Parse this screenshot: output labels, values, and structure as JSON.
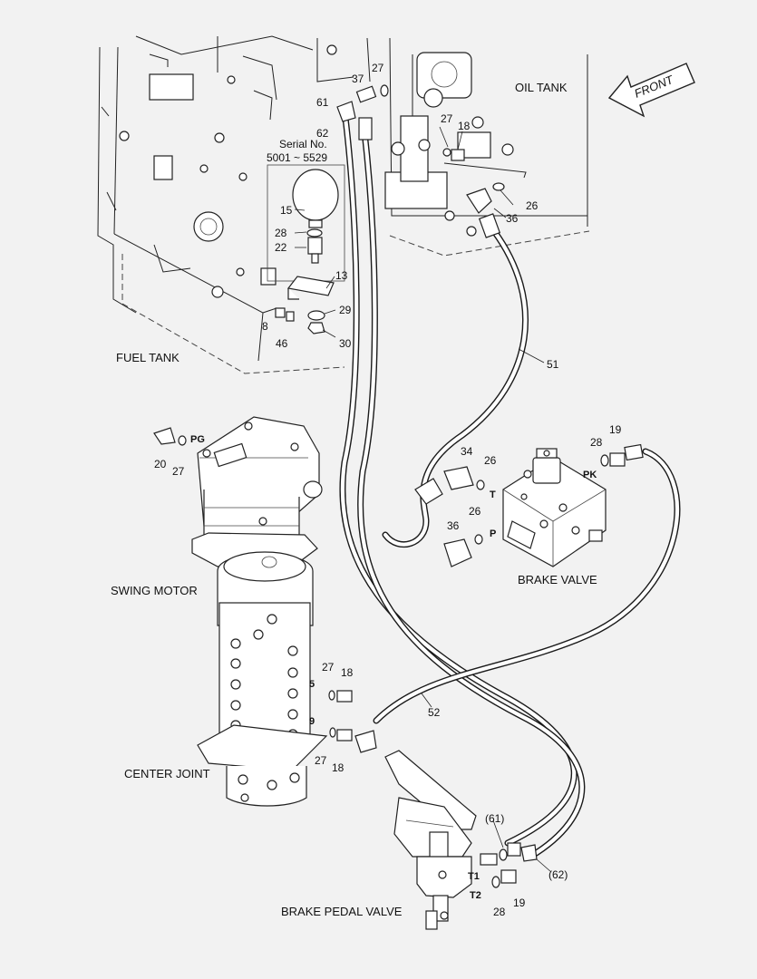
{
  "labels": {
    "oil_tank": "OIL TANK",
    "fuel_tank": "FUEL TANK",
    "front": "FRONT",
    "swing_motor": "SWING MOTOR",
    "center_joint": "CENTER JOINT",
    "brake_valve": "BRAKE VALVE",
    "brake_pedal_valve": "BRAKE PEDAL VALVE",
    "serial_no": "Serial No.",
    "serial_range": "5001 ~ 5529"
  },
  "ports": {
    "pg": "PG",
    "pk": "PK",
    "t": "T",
    "p": "P",
    "t1": "T1",
    "t2": "T2",
    "cj5": "5",
    "cj9": "9"
  },
  "callouts": {
    "c37": "37",
    "c27_top": "27",
    "c61": "61",
    "c62": "62",
    "c27_oil": "27",
    "c18_oil": "18",
    "c26_oil": "26",
    "c36_oil": "36",
    "c15": "15",
    "c28_acc": "28",
    "c22": "22",
    "c13": "13",
    "c8": "8",
    "c29": "29",
    "c46": "46",
    "c30": "30",
    "c51": "51",
    "c20": "20",
    "c27_pg": "27",
    "c34": "34",
    "c26_t": "26",
    "c26_p": "26",
    "c36_p": "36",
    "c28_pk": "28",
    "c19_pk": "19",
    "c27_cj5": "27",
    "c18_cj5": "18",
    "c52": "52",
    "c27_cj9": "27",
    "c18_cj9": "18",
    "c61p": "(61)",
    "c62p": "(62)",
    "c28_bp": "28",
    "c19_bp": "19"
  },
  "icons": [
    "front-arrow-icon"
  ]
}
